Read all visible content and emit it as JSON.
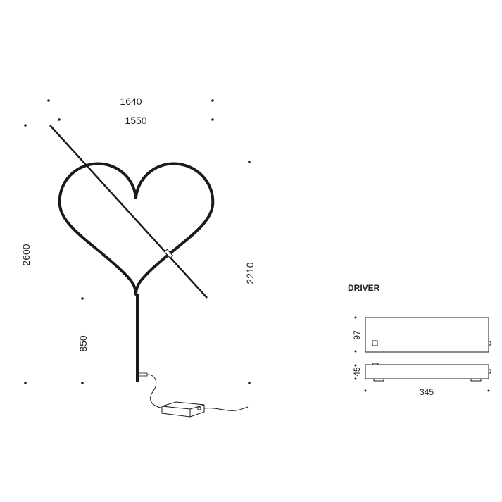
{
  "lamp": {
    "dimensions": {
      "overall_width": "1640",
      "heart_width": "1550",
      "overall_height": "2600",
      "heart_height": "2210",
      "stem_height": "850"
    }
  },
  "driver": {
    "title": "DRIVER",
    "height_top_view": "97",
    "height_side_view": "45",
    "length": "345"
  },
  "colors": {
    "line": "#1a1a1a",
    "background": "#ffffff"
  }
}
